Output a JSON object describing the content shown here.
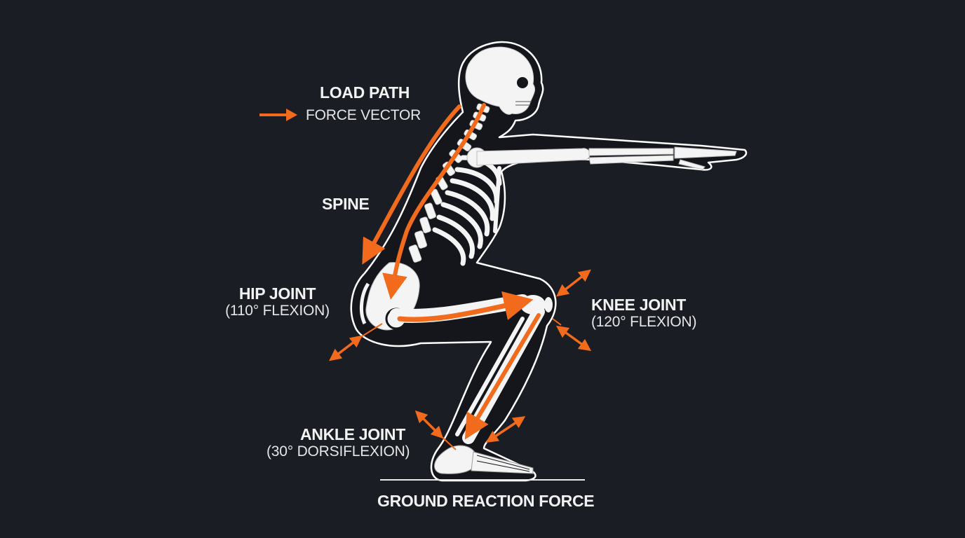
{
  "diagram": {
    "subject": "Squat biomechanics skeleton diagram",
    "colors": {
      "background": "#1a1d24",
      "accent": "#f26a1b",
      "bone": "#f4f4f4",
      "outline": "#ffffff",
      "body_fill": "#14161b",
      "text": "#f2f2f2"
    }
  },
  "legend": {
    "title": "LOAD PATH",
    "arrow_icon": "right-arrow-icon",
    "item": "FORCE VECTOR"
  },
  "labels": {
    "spine": {
      "title": "SPINE"
    },
    "hip": {
      "title": "HIP JOINT",
      "subtitle": "(110° FLEXION)"
    },
    "knee": {
      "title": "KNEE JOINT",
      "subtitle": "(120° FLEXION)"
    },
    "ankle": {
      "title": "ANKLE JOINT",
      "subtitle": "(30° DORSIFLEXION)"
    },
    "ground": {
      "title": "GROUND REACTION FORCE"
    }
  },
  "joint_angles": {
    "hip_flexion_deg": 110,
    "knee_flexion_deg": 120,
    "ankle_dorsiflexion_deg": 30
  }
}
